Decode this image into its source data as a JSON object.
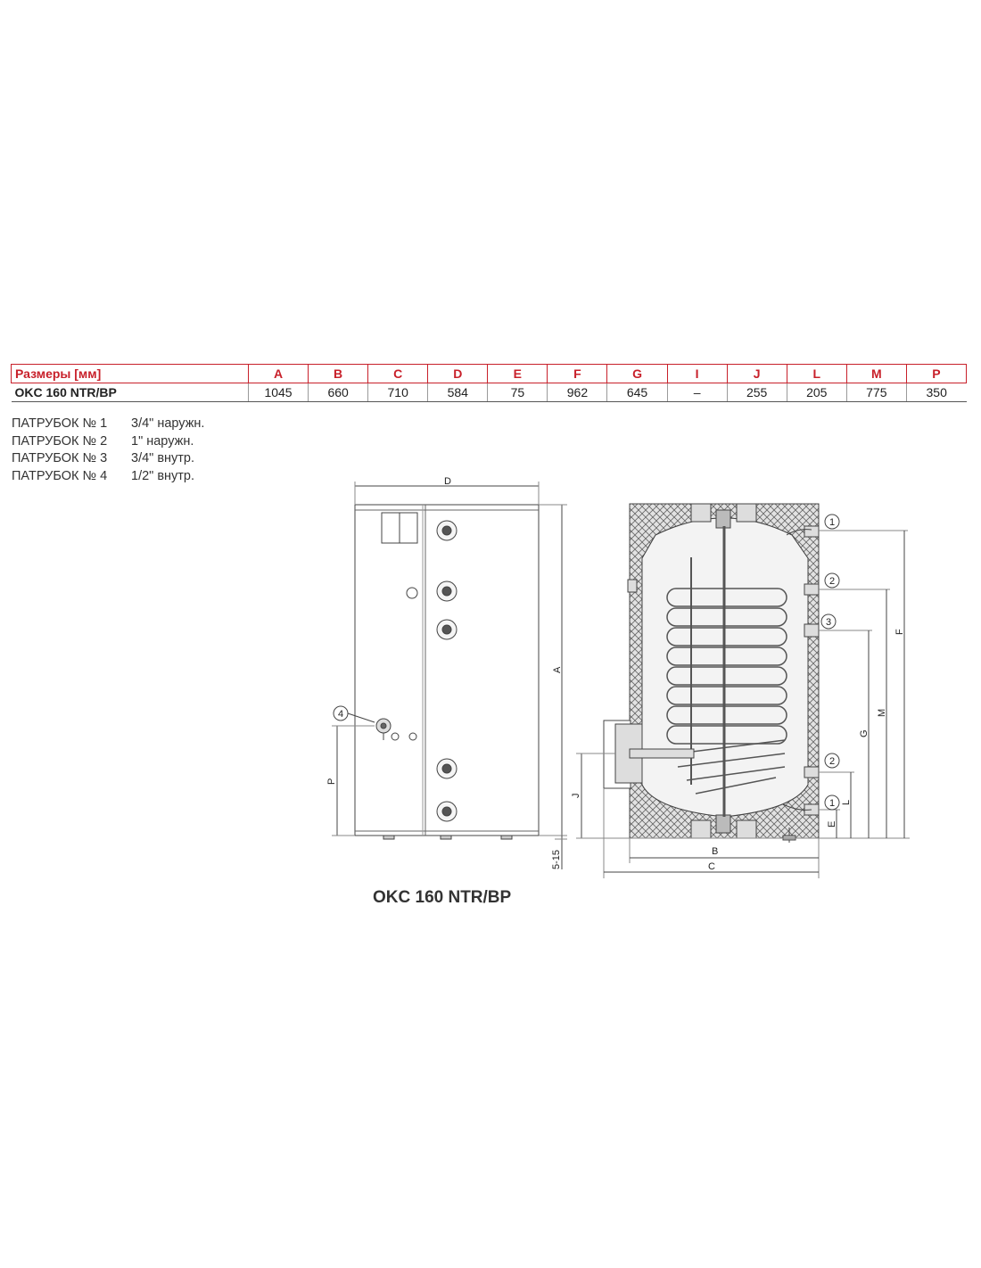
{
  "table": {
    "header_label": "Размеры [мм]",
    "columns": [
      "A",
      "B",
      "C",
      "D",
      "E",
      "F",
      "G",
      "I",
      "J",
      "L",
      "M",
      "P"
    ],
    "rows": [
      {
        "model": "OKC 160 NTR/BP",
        "values": [
          "1045",
          "660",
          "710",
          "584",
          "75",
          "962",
          "645",
          "–",
          "255",
          "205",
          "775",
          "350"
        ]
      }
    ]
  },
  "connections": [
    {
      "name": "ПАТРУБОК № 1",
      "spec": "3/4\" наружн."
    },
    {
      "name": "ПАТРУБОК № 2",
      "spec": "1\" наружн."
    },
    {
      "name": "ПАТРУБОК № 3",
      "spec": "3/4\" внутр."
    },
    {
      "name": "ПАТРУБОК № 4",
      "spec": "1/2\" внутр."
    }
  ],
  "drawing": {
    "dimension_labels": {
      "D": "D",
      "A": "A",
      "P": "P",
      "feet": "5-15",
      "J": "J",
      "B": "B",
      "C": "C",
      "E": "E",
      "L": "L",
      "G": "G",
      "M": "M",
      "F": "F"
    },
    "callouts": {
      "n1_top": "1",
      "n2_top": "2",
      "n3": "3",
      "n2_bottom": "2",
      "n1_bottom": "1",
      "n4": "4"
    },
    "caption": "OKC 160 NTR/BP"
  }
}
